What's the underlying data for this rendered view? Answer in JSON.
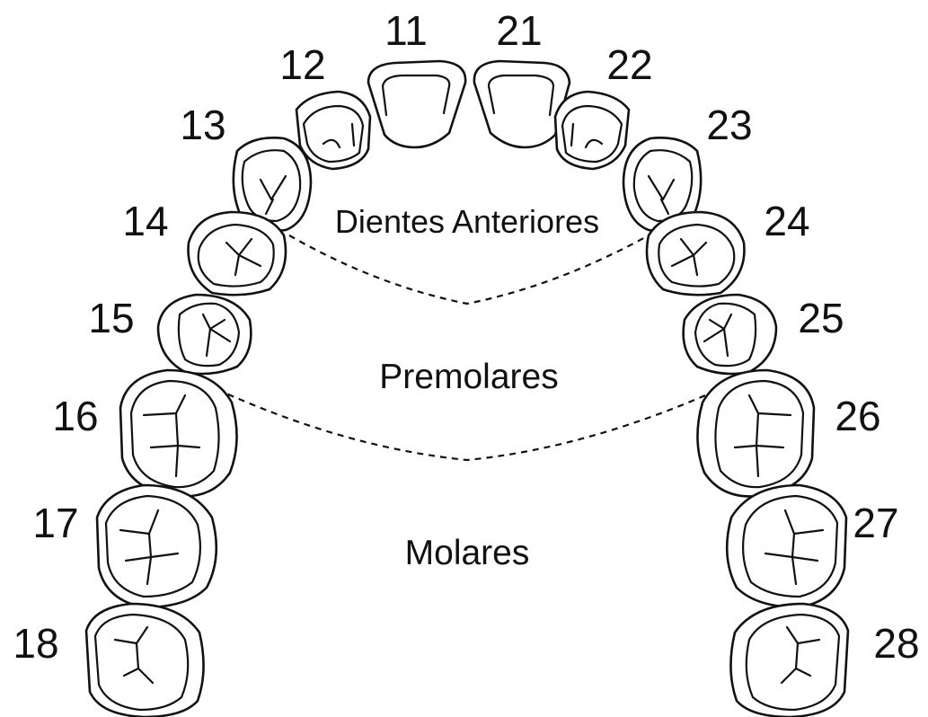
{
  "diagram": {
    "regions": {
      "anterior": "Dientes Anteriores",
      "premolar": "Premolares",
      "molar": "Molares"
    },
    "teeth": {
      "t11": "11",
      "t12": "12",
      "t13": "13",
      "t14": "14",
      "t15": "15",
      "t16": "16",
      "t17": "17",
      "t18": "18",
      "t21": "21",
      "t22": "22",
      "t23": "23",
      "t24": "24",
      "t25": "25",
      "t26": "26",
      "t27": "27",
      "t28": "28"
    }
  }
}
